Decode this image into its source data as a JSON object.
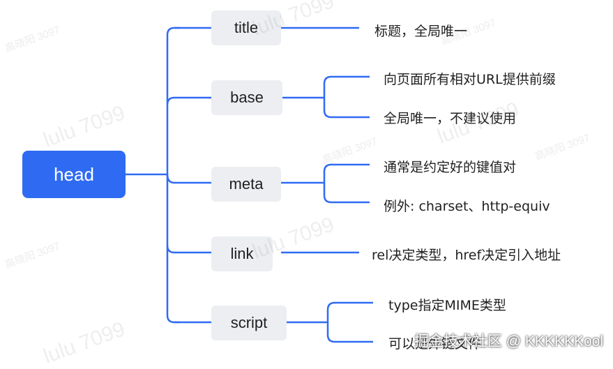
{
  "root": {
    "label": "head"
  },
  "children": [
    {
      "label": "title",
      "leaves": [
        "标题，全局唯一"
      ]
    },
    {
      "label": "base",
      "leaves": [
        "向页面所有相对URL提供前缀",
        "全局唯一，不建议使用"
      ]
    },
    {
      "label": "meta",
      "leaves": [
        "通常是约定好的键值对",
        "例外: charset、http-equiv"
      ]
    },
    {
      "label": "link",
      "leaves": [
        "rel决定类型，href决定引入地址"
      ]
    },
    {
      "label": "script",
      "leaves": [
        "type指定MIME类型",
        "可以是外链文件"
      ]
    }
  ],
  "watermarks": {
    "name": "lulu 7099",
    "small": "高晓阳 3097",
    "footer": "掘金技术社区 @ KKKKKKool"
  },
  "colors": {
    "line": "#2f6bf2",
    "root_bg": "#2f6bf2",
    "node_bg": "#eceef1"
  }
}
